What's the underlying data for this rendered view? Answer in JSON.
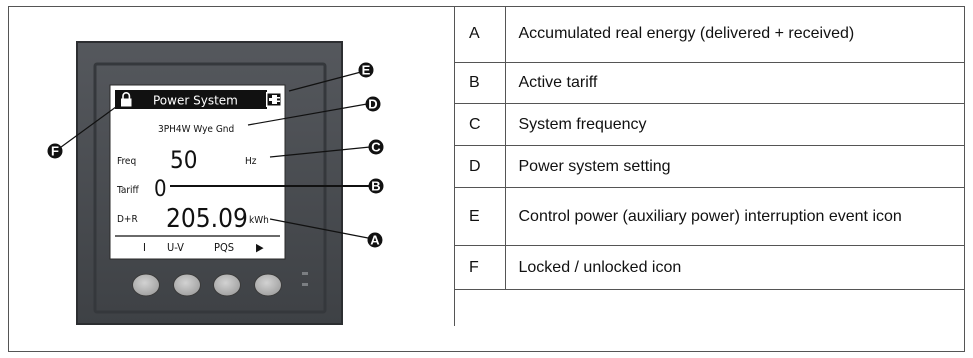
{
  "display": {
    "header_title": "Power System",
    "setting": "3PH4W Wye Gnd",
    "rows": [
      {
        "label": "Freq",
        "value": "50",
        "unit": "Hz"
      },
      {
        "label": "Tariff",
        "value": "0",
        "unit": ""
      },
      {
        "label": "D+R",
        "value": "205.09",
        "unit": "kWh"
      }
    ],
    "menu": [
      "I",
      "U-V",
      "PQS",
      "▶"
    ]
  },
  "callouts": [
    "A",
    "B",
    "C",
    "D",
    "E",
    "F"
  ],
  "legend": [
    {
      "key": "A",
      "description": "Accumulated real energy (delivered + received)"
    },
    {
      "key": "B",
      "description": "Active tariff"
    },
    {
      "key": "C",
      "description": "System frequency"
    },
    {
      "key": "D",
      "description": "Power system setting"
    },
    {
      "key": "E",
      "description": "Control power (auxiliary power) interruption event icon"
    },
    {
      "key": "F",
      "description": "Locked / unlocked icon"
    }
  ],
  "colors": {
    "bezel": "#4a4d52",
    "bezel_edge": "#2c2e31",
    "screen": "#ffffff",
    "button": "#b8b8b8",
    "callout": "#111111"
  },
  "icons": [
    "lock-icon",
    "plug-icon",
    "right-arrow-icon"
  ]
}
